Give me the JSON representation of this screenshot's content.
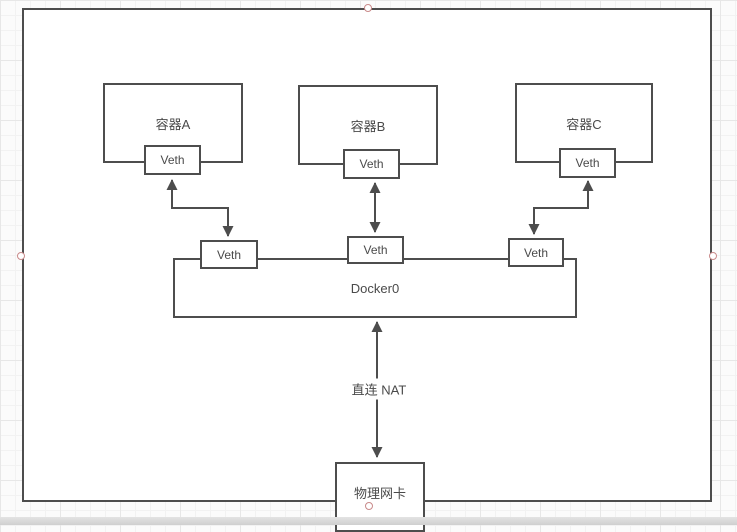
{
  "diagram": {
    "containers": [
      {
        "label": "容器A"
      },
      {
        "label": "容器B"
      },
      {
        "label": "容器C"
      }
    ],
    "veth_label": "Veth",
    "bridge": {
      "label": "Docker0"
    },
    "nat_link": {
      "label": "直连 NAT"
    },
    "nic": {
      "label": "物理网卡"
    },
    "colors": {
      "stroke": "#4d4d4d",
      "box_fill": "#ffffff",
      "connection_point": "#c98a8a",
      "grid_line": "#e7e7e7",
      "canvas_bg": "#fbfbfb"
    }
  }
}
